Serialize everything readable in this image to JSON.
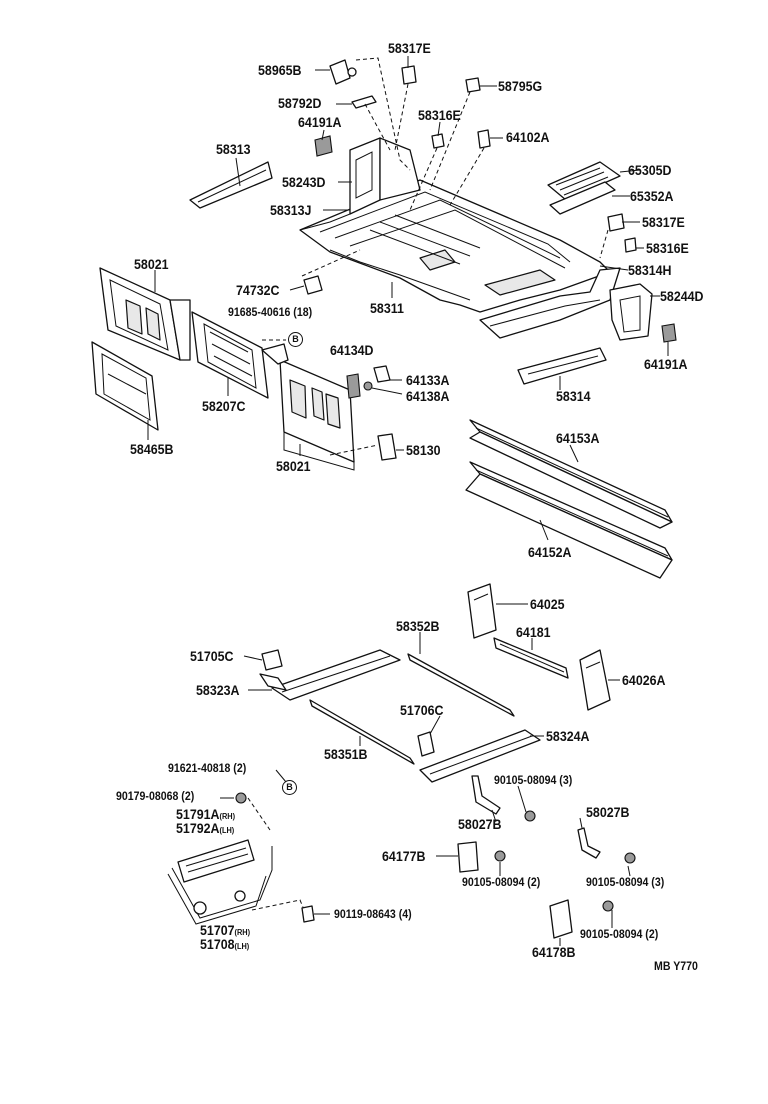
{
  "diagram": {
    "code": "MB Y770",
    "circle_marker": "B",
    "labels": {
      "p58965B": "58965B",
      "p58317E_top": "58317E",
      "p58795G": "58795G",
      "p58792D": "58792D",
      "p58316E_top": "58316E",
      "p64191A_top": "64191A",
      "p64102A": "64102A",
      "p58313": "58313",
      "p65305D": "65305D",
      "p58243D": "58243D",
      "p65352A": "65352A",
      "p58313J": "58313J",
      "p58317E_right": "58317E",
      "p58316E_right": "58316E",
      "p58314H": "58314H",
      "p58021_left": "58021",
      "p74732C": "74732C",
      "p58311": "58311",
      "p58244D": "58244D",
      "p91685": "91685-40616 (18)",
      "p64134D": "64134D",
      "p64191A_right": "64191A",
      "p64133A": "64133A",
      "p64138A": "64138A",
      "p58207C": "58207C",
      "p58314": "58314",
      "p58465B": "58465B",
      "p58130": "58130",
      "p64153A": "64153A",
      "p58021_mid": "58021",
      "p64152A": "64152A",
      "p64025": "64025",
      "p58352B": "58352B",
      "p64181": "64181",
      "p51705C": "51705C",
      "p64026A": "64026A",
      "p58323A": "58323A",
      "p51706C": "51706C",
      "p58324A": "58324A",
      "p58351B": "58351B",
      "p91621": "91621-40818 (2)",
      "p90105_a": "90105-08094 (3)",
      "p90179": "90179-08068 (2)",
      "p58027B_right": "58027B",
      "p51791A": "51791A",
      "p51791A_side": "(RH)",
      "p51792A": "51792A",
      "p51792A_side": "(LH)",
      "p58027B_left": "58027B",
      "p64177B": "64177B",
      "p90105_b": "90105-08094 (2)",
      "p90105_c": "90105-08094 (3)",
      "p90119": "90119-08643 (4)",
      "p51707": "51707",
      "p51707_side": "(RH)",
      "p51708": "51708",
      "p51708_side": "(LH)",
      "p90105_d": "90105-08094 (2)",
      "p64178B": "64178B"
    }
  }
}
